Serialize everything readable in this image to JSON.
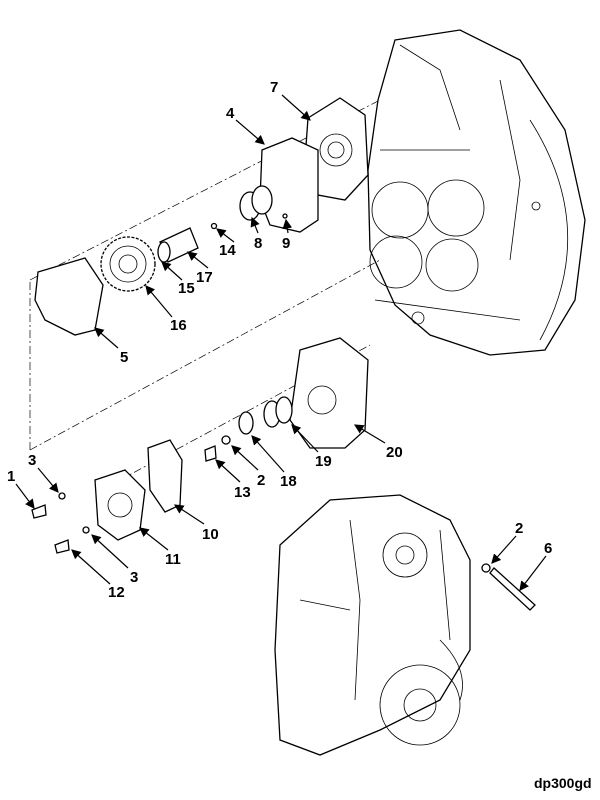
{
  "diagram": {
    "figure_code": "dp300gd",
    "callouts": [
      {
        "id": "c7",
        "label": "7"
      },
      {
        "id": "c4",
        "label": "4"
      },
      {
        "id": "c8",
        "label": "8"
      },
      {
        "id": "c9",
        "label": "9"
      },
      {
        "id": "c14",
        "label": "14"
      },
      {
        "id": "c17",
        "label": "17"
      },
      {
        "id": "c15",
        "label": "15"
      },
      {
        "id": "c16",
        "label": "16"
      },
      {
        "id": "c5",
        "label": "5"
      },
      {
        "id": "c20",
        "label": "20"
      },
      {
        "id": "c19",
        "label": "19"
      },
      {
        "id": "c18",
        "label": "18"
      },
      {
        "id": "c2a",
        "label": "2"
      },
      {
        "id": "c13",
        "label": "13"
      },
      {
        "id": "c10",
        "label": "10"
      },
      {
        "id": "c11",
        "label": "11"
      },
      {
        "id": "c3a",
        "label": "3"
      },
      {
        "id": "c1",
        "label": "1"
      },
      {
        "id": "c3b",
        "label": "3"
      },
      {
        "id": "c12",
        "label": "12"
      },
      {
        "id": "c2b",
        "label": "2"
      },
      {
        "id": "c6",
        "label": "6"
      }
    ]
  }
}
